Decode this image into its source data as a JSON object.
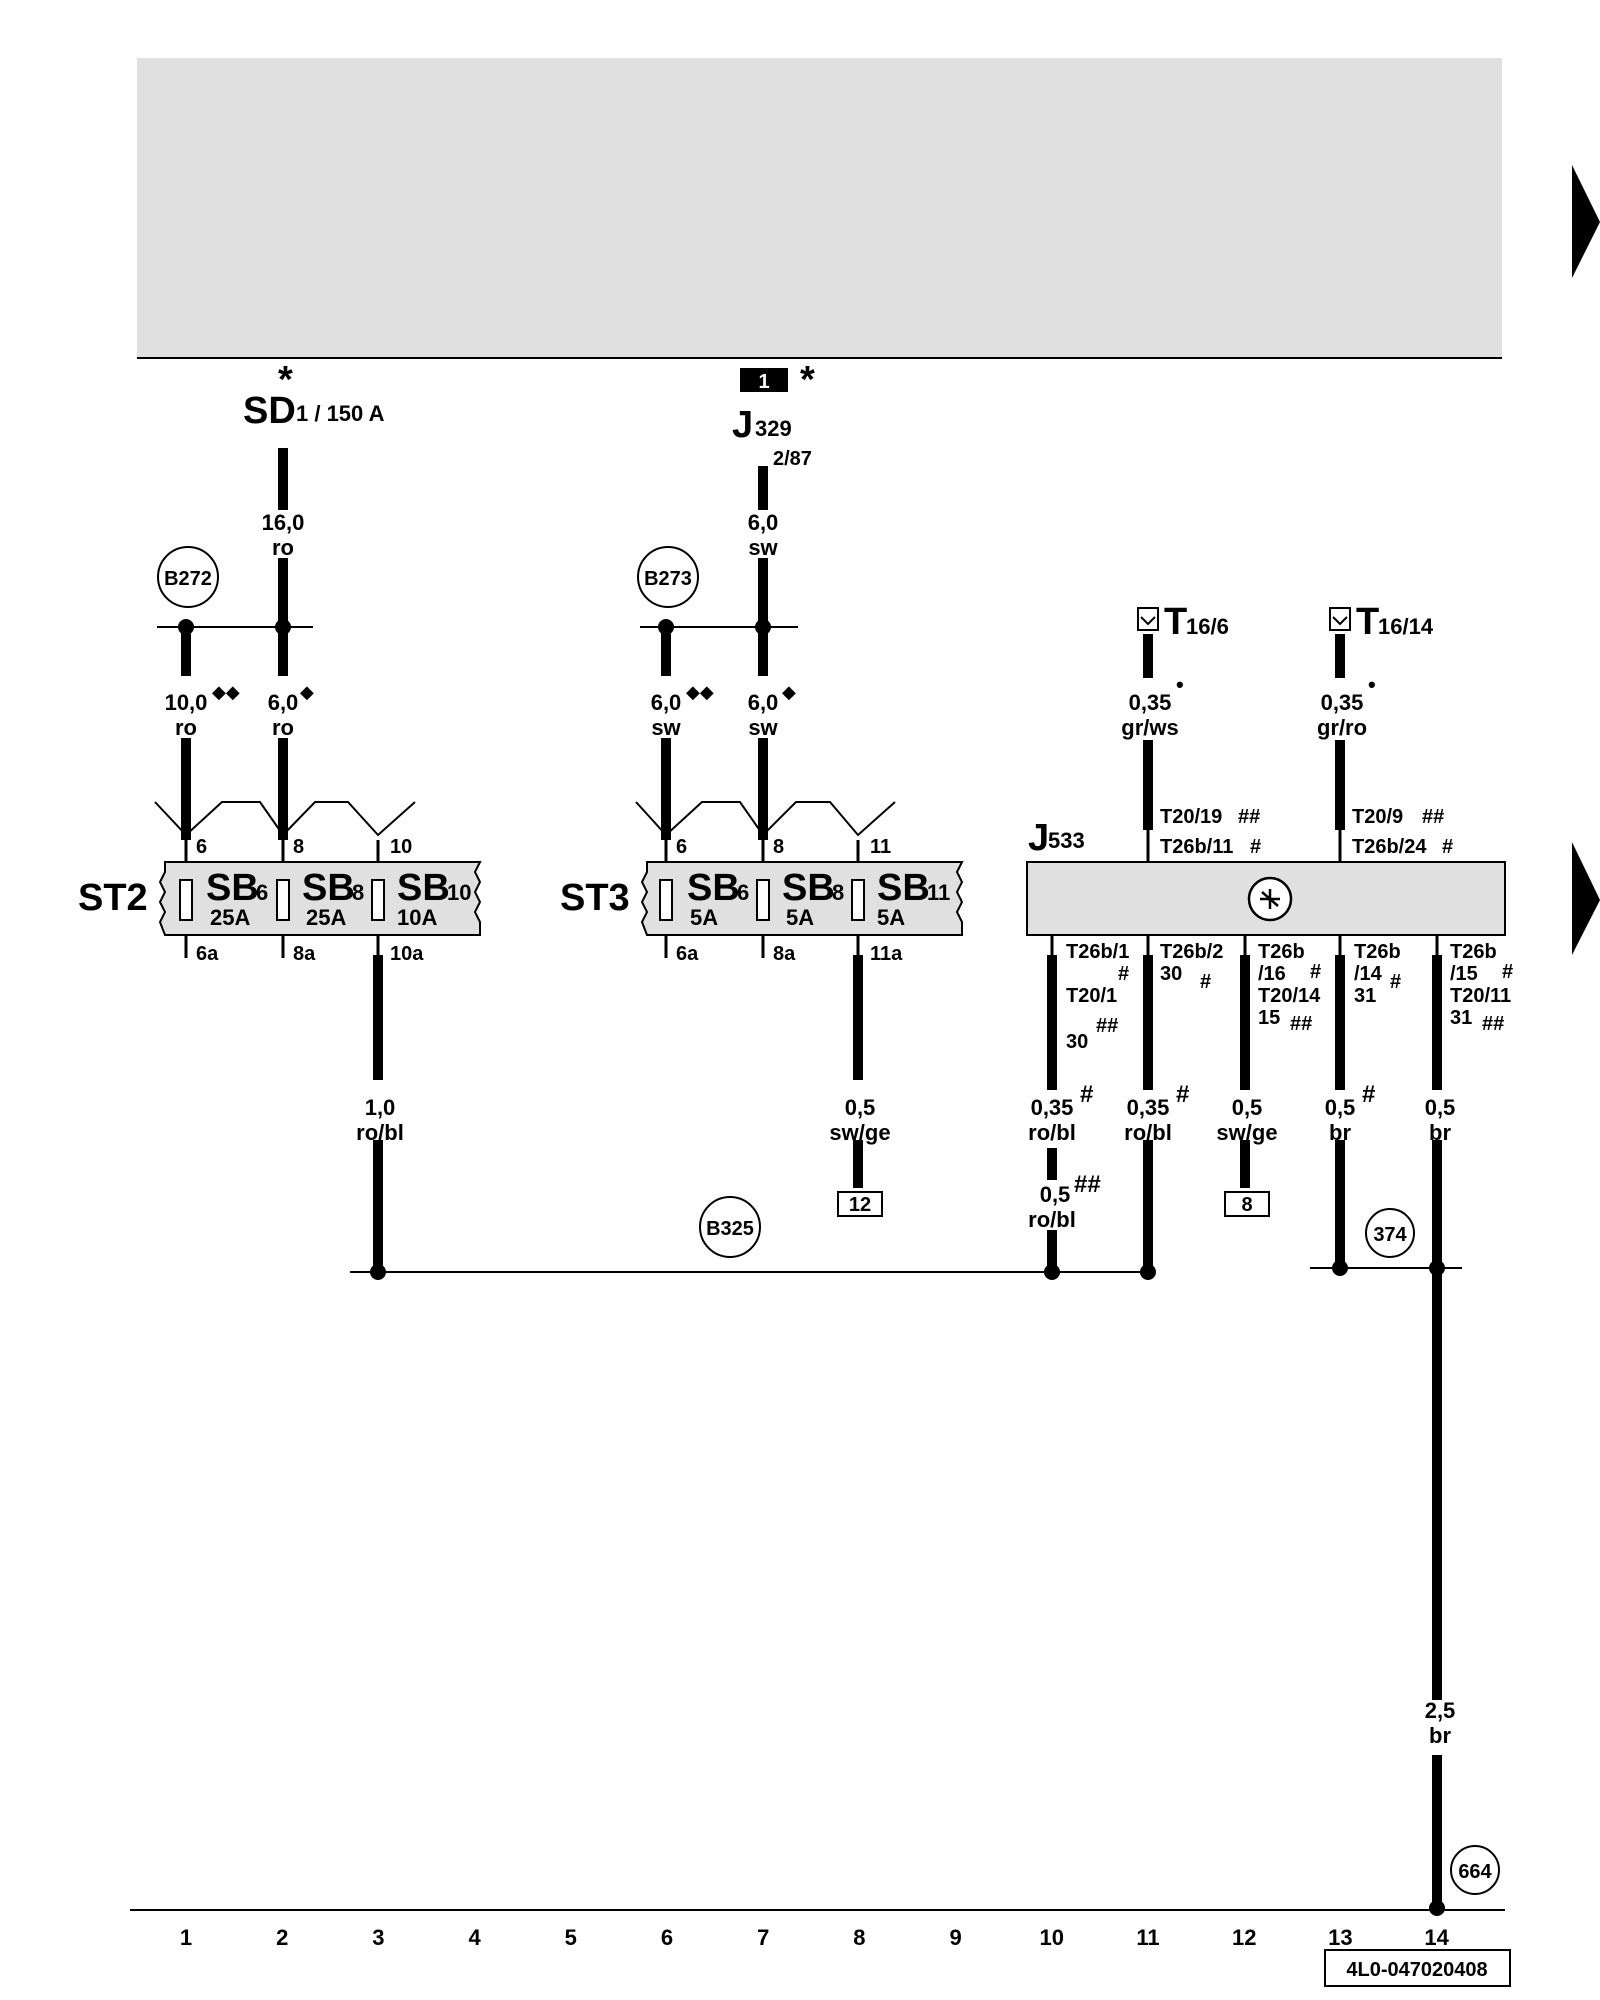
{
  "fuse_supply": {
    "sd_star": "*",
    "sd_label": "SD",
    "sd_sub": "1 / 150 A",
    "relay_box_num": "1",
    "relay_star": "*",
    "relay_label": "J",
    "relay_sub": "329",
    "relay_pin": "2/87"
  },
  "wires": {
    "w1": {
      "size": "16,0",
      "color": "ro"
    },
    "w2": {
      "size": "6,0",
      "color": "sw"
    },
    "w3": {
      "size": "10,0",
      "color": "ro",
      "mark": "◆◆"
    },
    "w4": {
      "size": "6,0",
      "color": "ro",
      "mark": "◆"
    },
    "w5": {
      "size": "6,0",
      "color": "sw",
      "mark": "◆◆"
    },
    "w6": {
      "size": "6,0",
      "color": "sw",
      "mark": "◆"
    },
    "w7": {
      "size": "0,35",
      "color": "gr/ws",
      "mark": "•"
    },
    "w8": {
      "size": "0,35",
      "color": "gr/ro",
      "mark": "•"
    },
    "w9": {
      "size": "1,0",
      "color": "ro/bl"
    },
    "w10": {
      "size": "0,5",
      "color": "sw/ge"
    },
    "w11": {
      "size": "0,35",
      "color": "ro/bl",
      "mark": "#"
    },
    "w11b": {
      "size": "0,5",
      "color": "ro/bl",
      "mark": "##"
    },
    "w12": {
      "size": "0,35",
      "color": "ro/bl",
      "mark": "#"
    },
    "w13": {
      "size": "0,5",
      "color": "sw/ge"
    },
    "w14": {
      "size": "0,5",
      "color": "br",
      "mark": "#"
    },
    "w15": {
      "size": "0,5",
      "color": "br"
    },
    "w16": {
      "size": "2,5",
      "color": "br"
    }
  },
  "connections": {
    "b272": "B272",
    "b273": "B273",
    "b325": "B325",
    "c374": "374",
    "c664": "664"
  },
  "connectors": {
    "t16_6_main": "T",
    "t16_6_sub": "16/6",
    "t16_14_main": "T",
    "t16_14_sub": "16/14"
  },
  "st2": {
    "label": "ST2",
    "fuses": [
      {
        "name": "SB",
        "num": "6",
        "rating": "25A",
        "pin_top": "6",
        "pin_bot": "6a"
      },
      {
        "name": "SB",
        "num": "8",
        "rating": "25A",
        "pin_top": "8",
        "pin_bot": "8a"
      },
      {
        "name": "SB",
        "num": "10",
        "rating": "10A",
        "pin_top": "10",
        "pin_bot": "10a"
      }
    ]
  },
  "st3": {
    "label": "ST3",
    "fuses": [
      {
        "name": "SB",
        "num": "6",
        "rating": "5A",
        "pin_top": "6",
        "pin_bot": "6a"
      },
      {
        "name": "SB",
        "num": "8",
        "rating": "5A",
        "pin_top": "8",
        "pin_bot": "8a"
      },
      {
        "name": "SB",
        "num": "11",
        "rating": "5A",
        "pin_top": "11",
        "pin_bot": "11a"
      }
    ]
  },
  "j533": {
    "label": "J",
    "sub": "533",
    "top_pins": [
      {
        "a": "T20/19",
        "am": "##",
        "b": "T26b/11",
        "bm": "#"
      },
      {
        "a": "T20/9",
        "am": "##",
        "b": "T26b/24",
        "bm": "#"
      }
    ],
    "bottom_pins": [
      {
        "lines": [
          "T26b/1",
          "#",
          "T20/1",
          "30",
          "##"
        ]
      },
      {
        "lines": [
          "T26b/2",
          "30",
          "#"
        ]
      },
      {
        "lines": [
          "T26b",
          "/16",
          "#",
          "T20/14",
          "15",
          "##"
        ]
      },
      {
        "lines": [
          "T26b",
          "/14",
          "#",
          "31"
        ]
      },
      {
        "lines": [
          "T26b",
          "/15",
          "#",
          "T20/11",
          "31",
          "##"
        ]
      }
    ]
  },
  "refs": {
    "box12": "12",
    "box8": "8"
  },
  "columns": [
    "1",
    "2",
    "3",
    "4",
    "5",
    "6",
    "7",
    "8",
    "9",
    "10",
    "11",
    "12",
    "13",
    "14"
  ],
  "doc_code": "4L0-047020408"
}
